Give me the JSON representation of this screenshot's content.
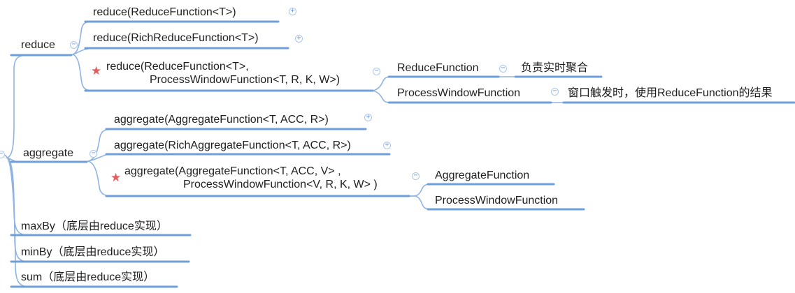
{
  "mindmap": {
    "marker": "★",
    "icons": {
      "expand": "+",
      "collapse": "−"
    },
    "root": {
      "collapse_icon": "−"
    },
    "branches": [
      {
        "label": "reduce",
        "collapse_icon": "−",
        "children": [
          {
            "label": "reduce(ReduceFunction<T>)",
            "expand_icon": "+"
          },
          {
            "label": "reduce(RichReduceFunction<T>)",
            "expand_icon": "+"
          },
          {
            "line1": "reduce(ReduceFunction<T>,",
            "line2": "ProcessWindowFunction<T, R, K, W>)",
            "marker": "★",
            "collapse_icon": "−",
            "children": [
              {
                "label": "ReduceFunction",
                "collapse_icon": "−",
                "children": [
                  {
                    "label": "负责实时聚合"
                  }
                ]
              },
              {
                "label": "ProcessWindowFunction",
                "collapse_icon": "−",
                "children": [
                  {
                    "label": "窗口触发时，使用ReduceFunction的结果"
                  }
                ]
              }
            ]
          }
        ]
      },
      {
        "label": "aggregate",
        "collapse_icon": "−",
        "children": [
          {
            "label": "aggregate(AggregateFunction<T, ACC, R>)",
            "expand_icon": "+"
          },
          {
            "label": "aggregate(RichAggregateFunction<T, ACC, R>)",
            "expand_icon": "+"
          },
          {
            "line1": "aggregate(AggregateFunction<T, ACC, V> ,",
            "line2": "ProcessWindowFunction<V, R, K, W> )",
            "marker": "★",
            "collapse_icon": "−",
            "children": [
              {
                "label": "AggregateFunction"
              },
              {
                "label": "ProcessWindowFunction"
              }
            ]
          }
        ]
      },
      {
        "label": "maxBy（底层由reduce实现）"
      },
      {
        "label": "minBy（底层由reduce实现）"
      },
      {
        "label": "sum（底层由reduce实现）"
      }
    ],
    "colors": {
      "underline": "#6f9fd9",
      "connector": "#8fb3e2",
      "text": "#1f1f1f",
      "star": "#e25d5d",
      "icon_border": "#a9c7ec",
      "icon_glyph": "#6a97d8",
      "background": "#ffffff"
    }
  }
}
